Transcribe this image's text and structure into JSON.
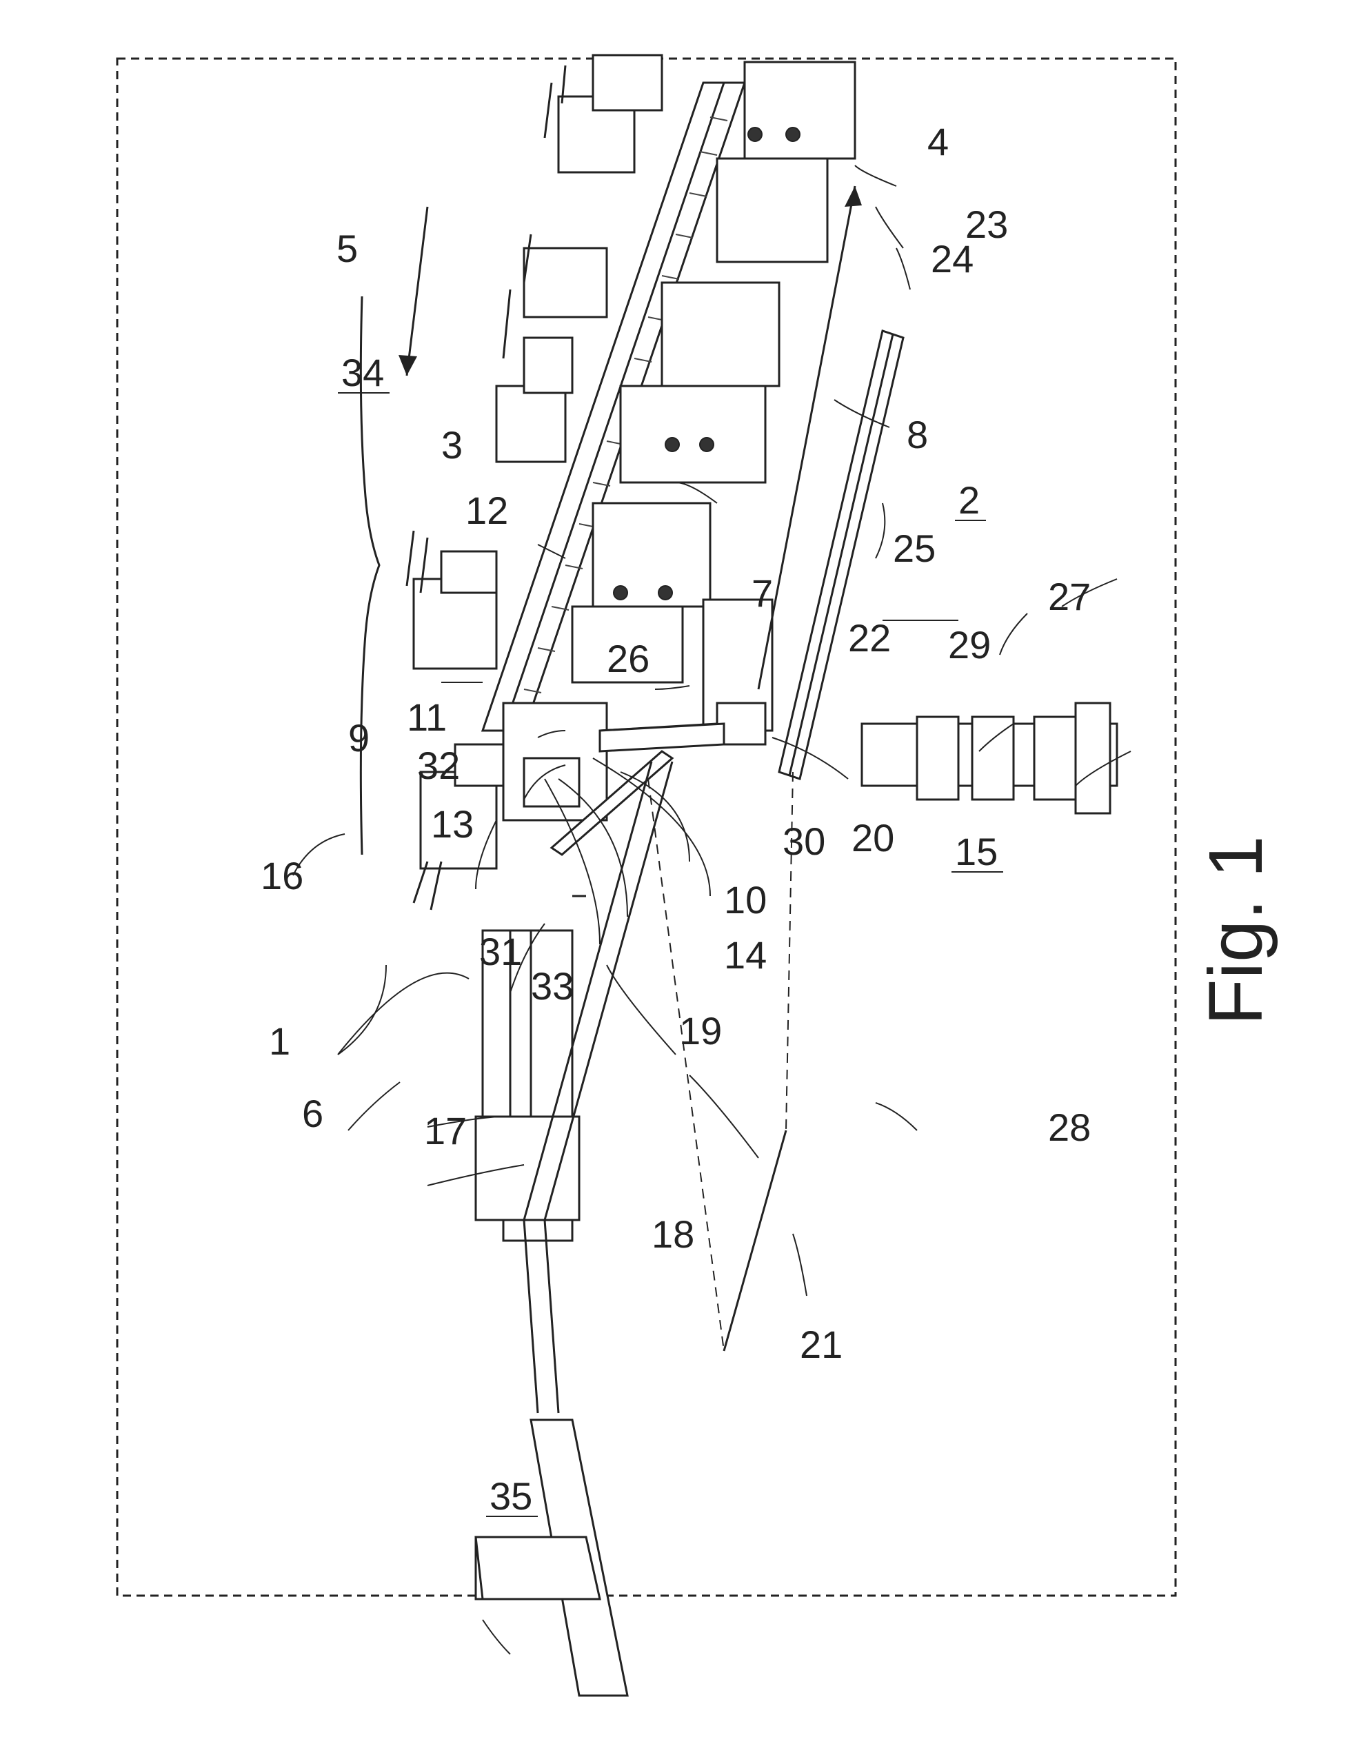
{
  "figure": {
    "caption": "Fig. 1",
    "labels": {
      "l1": "1",
      "l2": "2",
      "l3": "3",
      "l4": "4",
      "l5": "5",
      "l6": "6",
      "l7": "7",
      "l8": "8",
      "l9": "9",
      "l10": "10",
      "l11": "11",
      "l12": "12",
      "l13": "13",
      "l14": "14",
      "l15": "15",
      "l16": "16",
      "l17": "17",
      "l18": "18",
      "l19": "19",
      "l20": "20",
      "l21": "21",
      "l22": "22",
      "l23": "23",
      "l24": "24",
      "l25": "25",
      "l26": "26",
      "l27": "27",
      "l28": "28",
      "l29": "29",
      "l30": "30",
      "l31": "31",
      "l32": "32",
      "l33": "33",
      "l34": "34",
      "l35": "35"
    }
  }
}
